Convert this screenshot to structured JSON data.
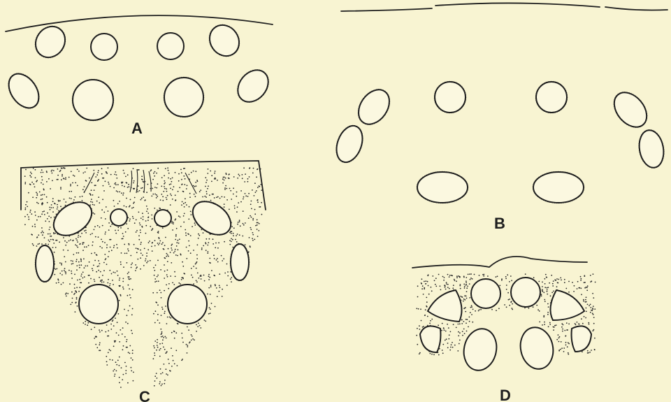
{
  "panels": [
    {
      "id": "A",
      "label": "A"
    },
    {
      "id": "B",
      "label": "B"
    },
    {
      "id": "C",
      "label": "C"
    },
    {
      "id": "D",
      "label": "D"
    }
  ],
  "colors": {
    "background": "#f8f4d2",
    "ink": "#1e1e1e",
    "eye_fill": "#fbf8e0"
  },
  "eye_count_per_panel": 8
}
